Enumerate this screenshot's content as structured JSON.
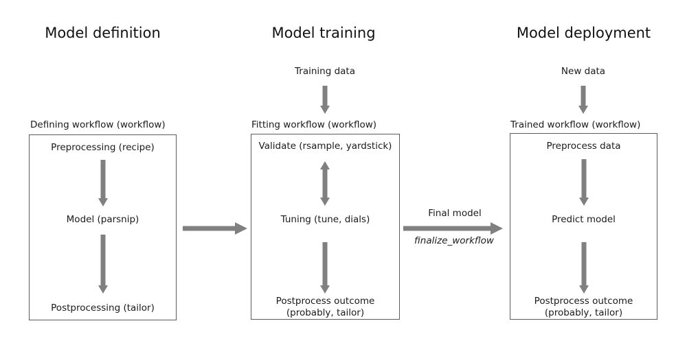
{
  "colors": {
    "arrow_gray": "#808080",
    "box_border_gray": "#5a5a5a",
    "text_black": "#1a1a1a",
    "background": "#ffffff"
  },
  "columns": [
    {
      "title": "Model definition",
      "box_label": "Defining workflow (workflow)",
      "step1": "Preprocessing (recipe)",
      "step2": "Model (parsnip)",
      "step3_line1": "Postprocessing (tailor)"
    },
    {
      "title": "Model training",
      "input_label": "Training data",
      "box_label": "Fitting workflow (workflow)",
      "step1": "Validate (rsample, yardstick)",
      "step2": "Tuning (tune, dials)",
      "step3_line1": "Postprocess outcome",
      "step3_line2": "(probably, tailor)"
    },
    {
      "title": "Model deployment",
      "input_label": "New data",
      "box_label": "Trained workflow (workflow)",
      "step1": "Preprocess data",
      "step2": "Predict model",
      "step3_line1": "Postprocess outcome",
      "step3_line2": "(probably, tailor)"
    }
  ],
  "transition": {
    "label_top": "Final model",
    "label_bottom": "finalize_workflow"
  }
}
